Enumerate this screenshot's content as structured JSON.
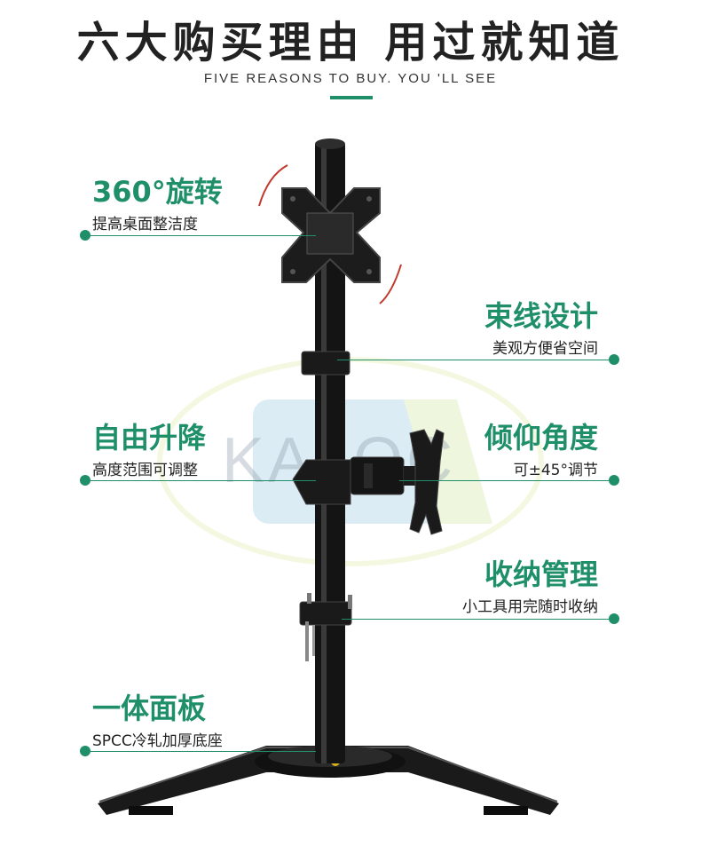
{
  "header": {
    "title": "六大购买理由 用过就知道",
    "subtitle": "FIVE REASONS TO BUY. YOU 'LL SEE"
  },
  "watermark": {
    "brand": "KALOC"
  },
  "features": [
    {
      "title": "360°旋转",
      "desc": "提高桌面整洁度"
    },
    {
      "title": "束线设计",
      "desc": "美观方便省空间"
    },
    {
      "title": "自由升降",
      "desc": "高度范围可调整"
    },
    {
      "title": "倾仰角度",
      "desc": "可±45°调节"
    },
    {
      "title": "收纳管理",
      "desc": "小工具用完随时收纳"
    },
    {
      "title": "一体面板",
      "desc": "SPCC冷轧加厚底座"
    }
  ],
  "colors": {
    "accent": "#1f8f6a",
    "text": "#222222",
    "pole": "#111111"
  }
}
